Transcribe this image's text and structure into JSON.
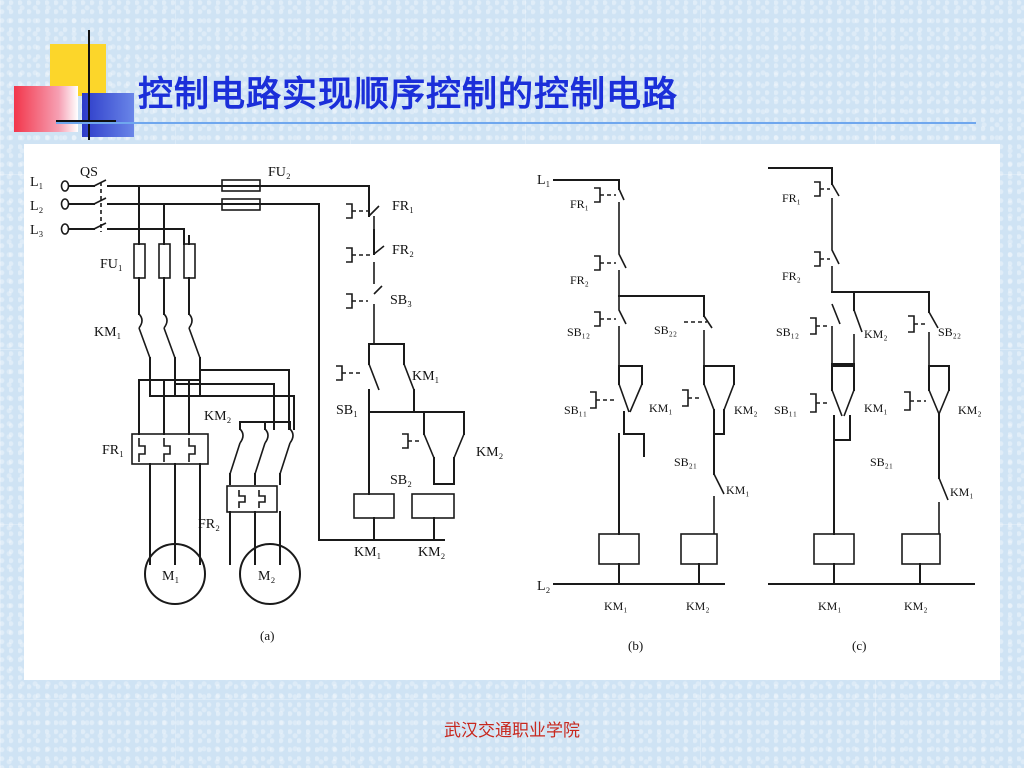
{
  "slide": {
    "title": "控制电路实现顺序控制的控制电路",
    "footer": "武汉交通职业学院"
  },
  "diagram_a": {
    "caption": "(a)",
    "lines": [
      "L₁",
      "L₂",
      "L₃"
    ],
    "qs": "QS",
    "fu1": "FU₁",
    "fu2": "FU₂",
    "km1_main": "KM₁",
    "km2_main": "KM₂",
    "fr1_main": "FR₁",
    "fr2_main": "FR₂",
    "motor1": "M₁",
    "motor2": "M₂",
    "ctrl_fr1": "FR₁",
    "ctrl_fr2": "FR₂",
    "sb3": "SB₃",
    "sb1": "SB₁",
    "km1_aux": "KM₁",
    "sb2": "SB₂",
    "km2_aux": "KM₂",
    "coil_km1": "KM₁",
    "coil_km2": "KM₂"
  },
  "diagram_b": {
    "caption": "(b)",
    "l1": "L₁",
    "l2": "L₂",
    "fr1": "FR₁",
    "fr2": "FR₂",
    "sb12": "SB₁₂",
    "sb22": "SB₂₂",
    "sb11": "SB₁₁",
    "km1_seal": "KM₁",
    "km2_seal": "KM₂",
    "sb21": "SB₂₁",
    "km1_interlock": "KM₁",
    "coil_km1": "KM₁",
    "coil_km2": "KM₂"
  },
  "diagram_c": {
    "caption": "(c)",
    "fr1": "FR₁",
    "fr2": "FR₂",
    "sb12": "SB₁₂",
    "km2_nc": "KM₂",
    "sb22": "SB₂₂",
    "sb11": "SB₁₁",
    "km1_seal": "KM₁",
    "km2_seal": "KM₂",
    "sb21": "SB₂₁",
    "km1_interlock": "KM₁",
    "coil_km1": "KM₁",
    "coil_km2": "KM₂"
  }
}
